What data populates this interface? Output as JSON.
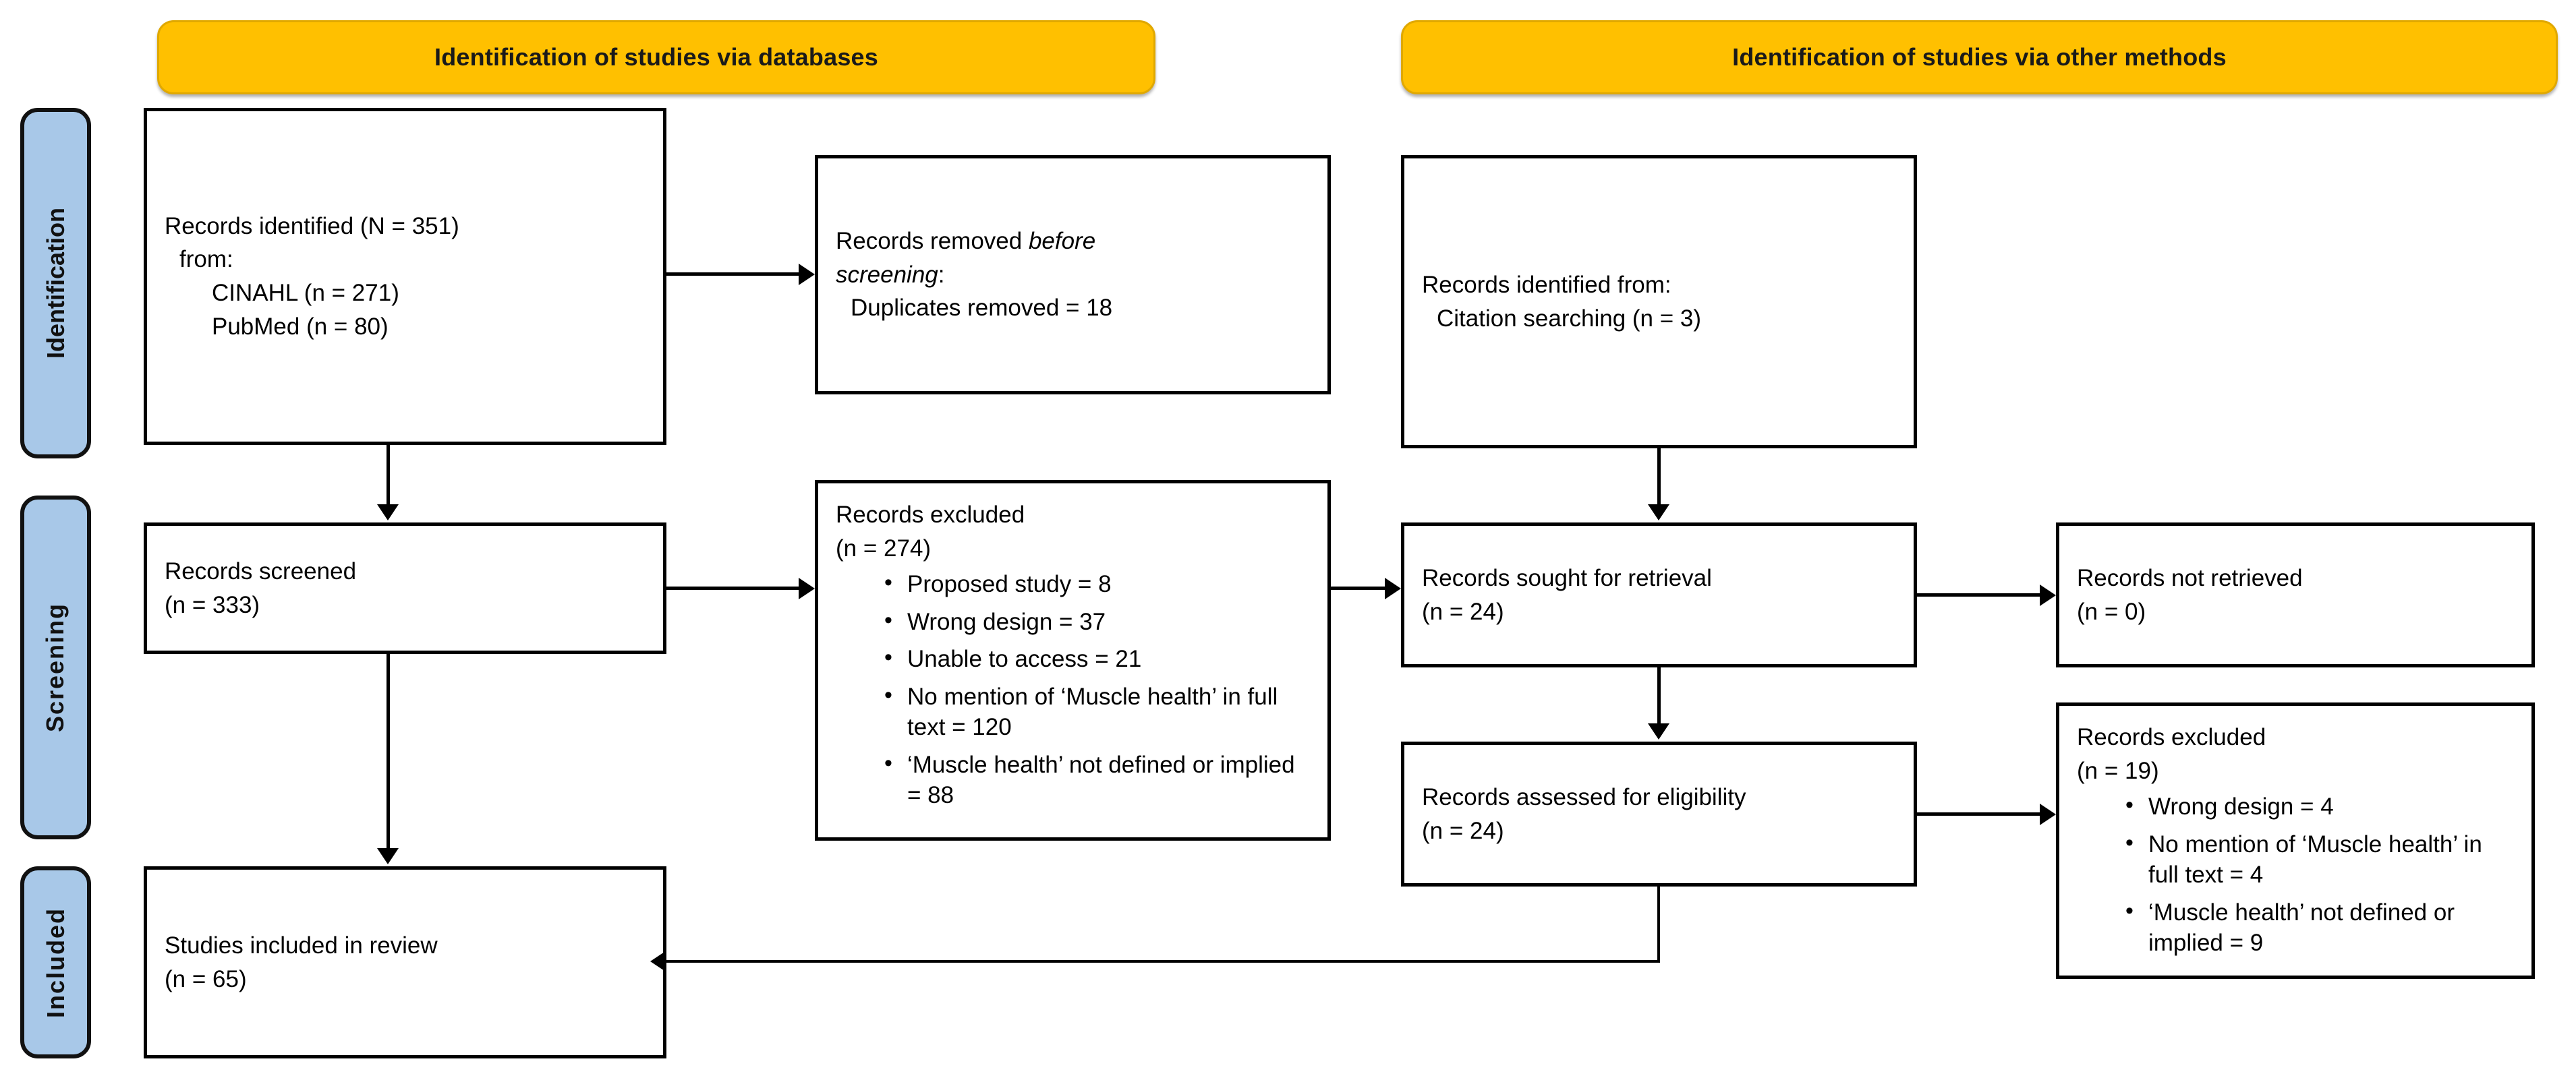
{
  "diagram": {
    "title": "PRISMA 2020 flow diagram",
    "colors": {
      "banner_fill": "#FFC000",
      "banner_border": "#E0A800",
      "stage_fill": "#A8C8E8",
      "box_border": "#000000",
      "background": "#FFFFFF",
      "text": "#000000"
    }
  },
  "banners": {
    "databases": "Identification of studies via databases",
    "other_methods": "Identification of studies via other methods"
  },
  "stages": {
    "identification": "Identification",
    "screening": "Screening",
    "included": "Included"
  },
  "boxes": {
    "records_identified": {
      "line1": "Records identified (N = 351)",
      "line2": "from:",
      "line3": "CINAHL (n = 271)",
      "line4": "PubMed (n = 80)"
    },
    "records_removed": {
      "line1_a": "Records removed ",
      "line1_b": "before",
      "line2_a": "screening",
      "line2_b": ":",
      "line3": "Duplicates removed = 18"
    },
    "records_screened": {
      "line1": "Records screened",
      "line2": "(n = 333)"
    },
    "records_excluded_db": {
      "line1": "Records excluded",
      "line2": "(n = 274)",
      "bullets": [
        "Proposed study = 8",
        "Wrong design = 37",
        "Unable to access = 21",
        "No mention of ‘Muscle health’ in full text = 120",
        "‘Muscle health’ not defined or implied = 88"
      ]
    },
    "studies_included": {
      "line1": "Studies included in review",
      "line2": "(n = 65)"
    },
    "records_identified_other": {
      "line1": "Records identified from:",
      "line2": "Citation searching (n = 3)"
    },
    "records_sought": {
      "line1": "Records sought for retrieval",
      "line2": "(n = 24)"
    },
    "records_not_retrieved": {
      "line1": "Records not retrieved",
      "line2": "(n = 0)"
    },
    "records_assessed": {
      "line1": "Records assessed for eligibility",
      "line2": "(n = 24)"
    },
    "records_excluded_other": {
      "line1": "Records excluded",
      "line2": "(n = 19)",
      "bullets": [
        "Wrong design = 4",
        "No mention of ‘Muscle health’ in full text = 4",
        "‘Muscle health’ not defined or implied = 9"
      ]
    }
  }
}
